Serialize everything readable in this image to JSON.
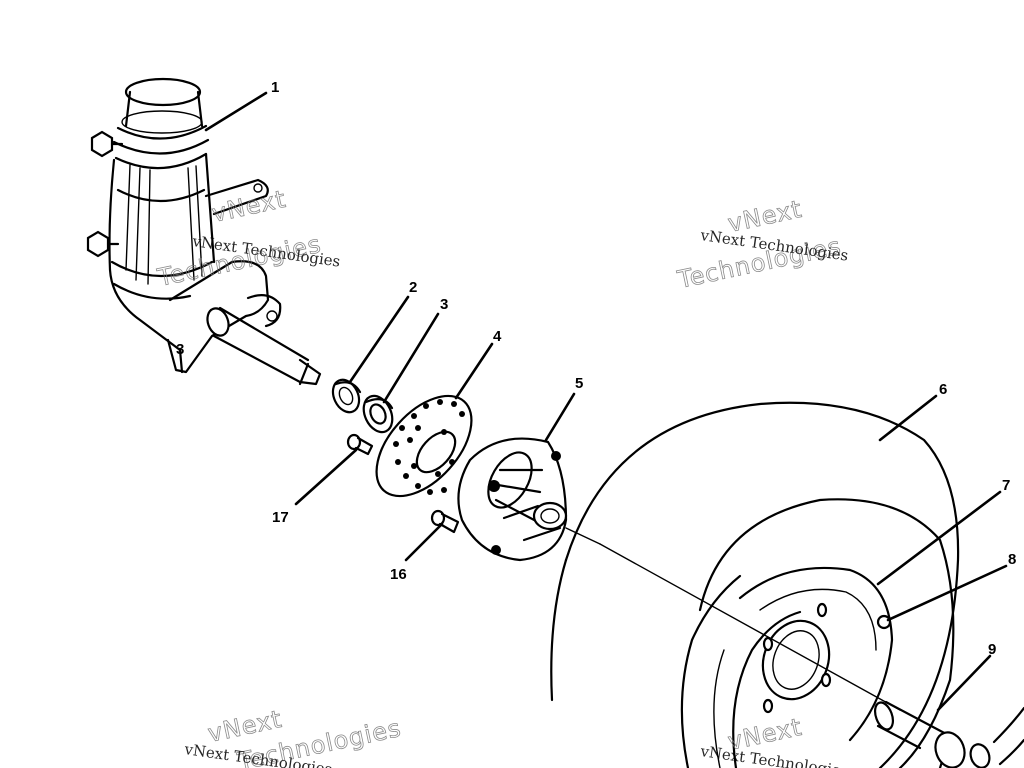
{
  "callouts": {
    "c1": "1",
    "c2": "2",
    "c3": "3",
    "c4": "4",
    "c5": "5",
    "c6": "6",
    "c7": "7",
    "c8": "8",
    "c9": "9",
    "c16": "16",
    "c17": "17"
  },
  "watermark": {
    "line1": "vNext Technologies",
    "line2": "vNext",
    "line3": "Technologies"
  }
}
